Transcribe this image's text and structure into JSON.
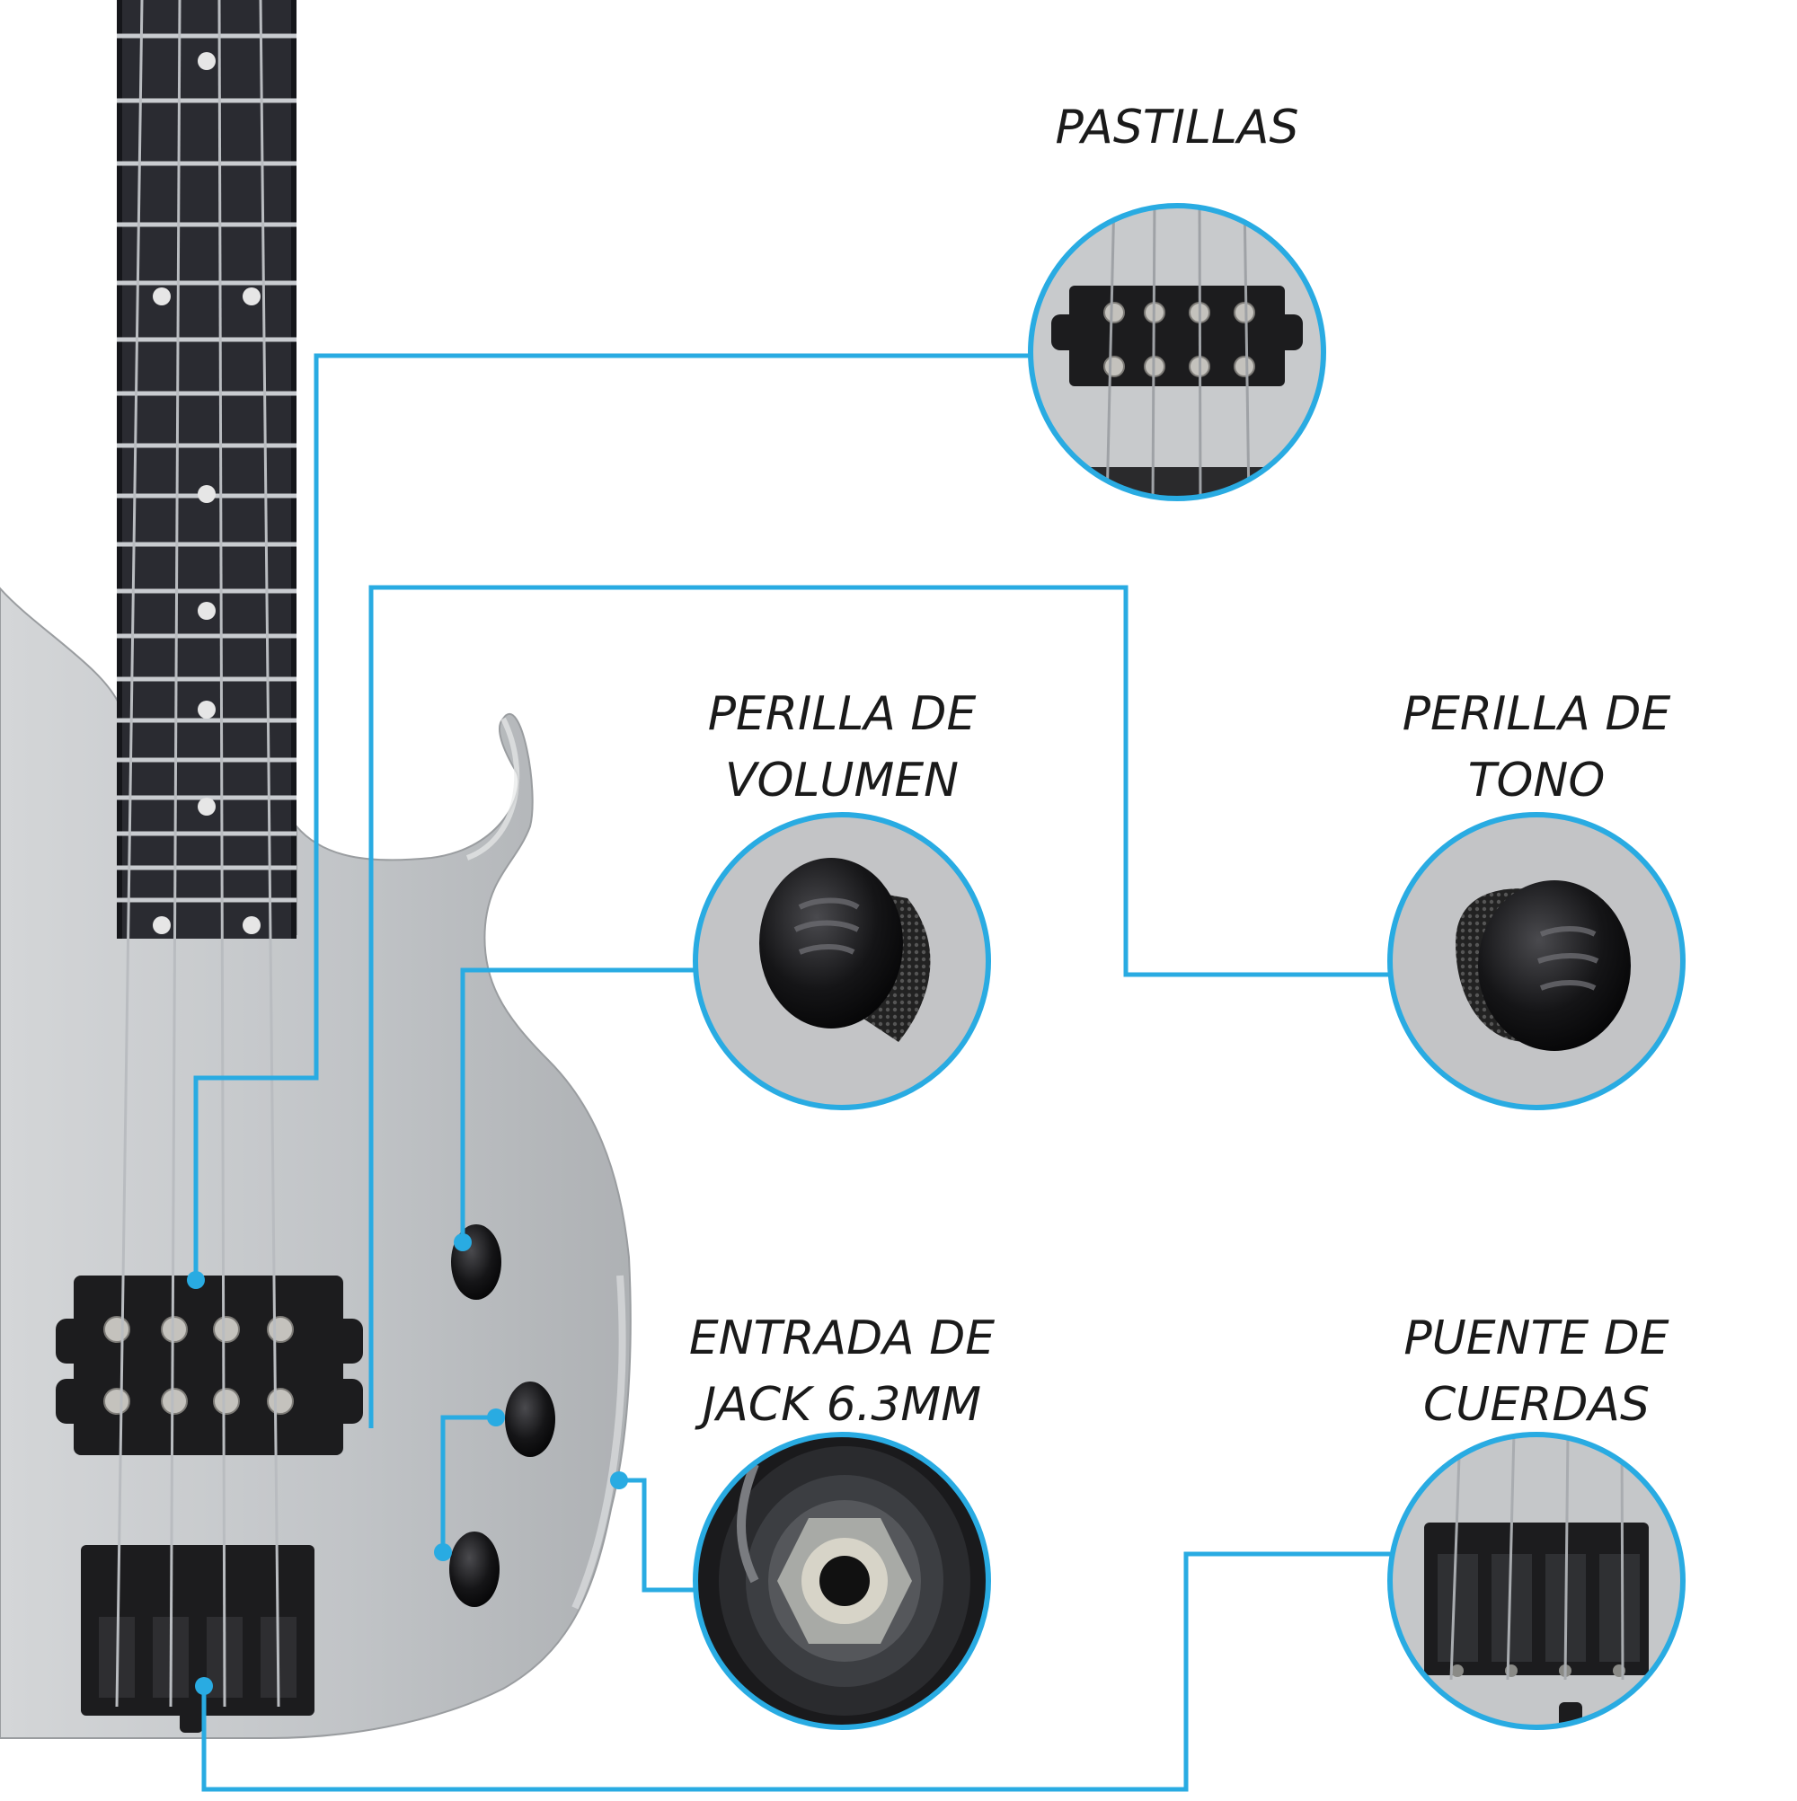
{
  "callouts": {
    "pickups": {
      "lines": [
        "PASTILLAS"
      ]
    },
    "volume": {
      "lines": [
        "PERILLA DE",
        "VOLUMEN"
      ]
    },
    "tone": {
      "lines": [
        "PERILLA DE",
        "TONO"
      ]
    },
    "jack": {
      "lines": [
        "ENTRADA DE",
        "JACK 6.3MM"
      ]
    },
    "bridge": {
      "lines": [
        "PUENTE DE",
        "CUERDAS"
      ]
    }
  },
  "colors": {
    "accent": "#29abe2",
    "body": "#c3c6c9",
    "fretboard": "#2a2b31",
    "hardware": "#1c1c1e",
    "text": "#1a1a1a"
  }
}
